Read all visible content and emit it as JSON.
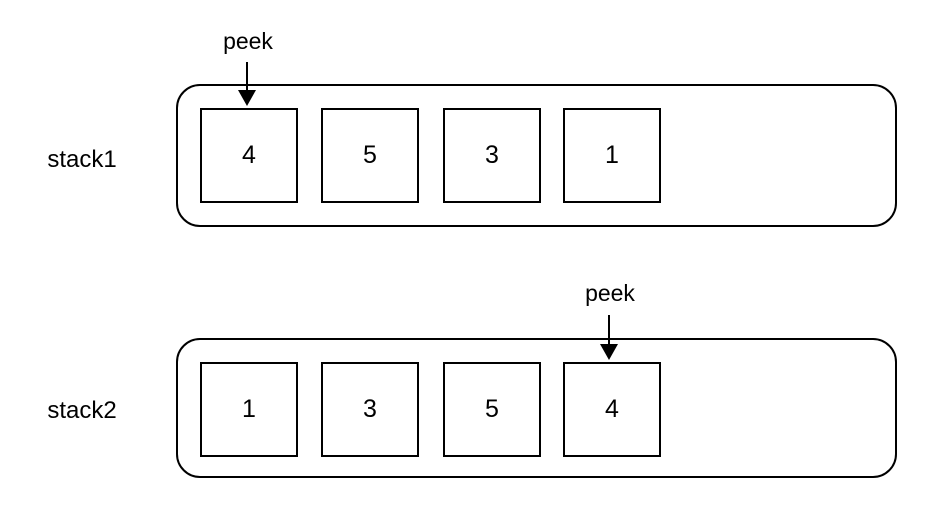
{
  "diagram": {
    "peek_label": "peek",
    "stacks": [
      {
        "name": "stack1",
        "items": [
          "4",
          "5",
          "3",
          "1"
        ],
        "peeked_item_index": 0,
        "peeked_value": "4"
      },
      {
        "name": "stack2",
        "items": [
          "1",
          "3",
          "5",
          "4"
        ],
        "peeked_item_index": 3,
        "peeked_value": "4"
      }
    ],
    "colors": {
      "stroke": "#000000",
      "fill": "#ffffff",
      "text": "#000000",
      "background": "#ffffff"
    }
  }
}
